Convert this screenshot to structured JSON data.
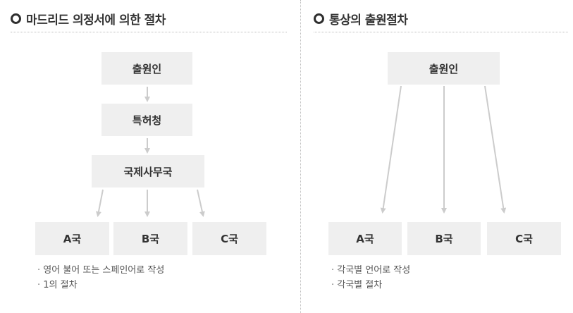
{
  "left": {
    "title": "마드리드 의정서에 의한 절차",
    "applicant": "출원인",
    "office": "특허청",
    "intl_bureau": "국제사무국",
    "countries": [
      "A국",
      "B국",
      "C국"
    ],
    "notes": [
      "영어 불어 또는 스페인어로 작성",
      "1의 절차"
    ]
  },
  "right": {
    "title": "통상의 출원절차",
    "applicant": "출원인",
    "countries": [
      "A국",
      "B국",
      "C국"
    ],
    "notes": [
      "각국별 언어로 작성",
      "각국별 절차"
    ]
  },
  "colors": {
    "box_bg": "#efefef",
    "arrow": "#cccccc",
    "text": "#333333"
  }
}
